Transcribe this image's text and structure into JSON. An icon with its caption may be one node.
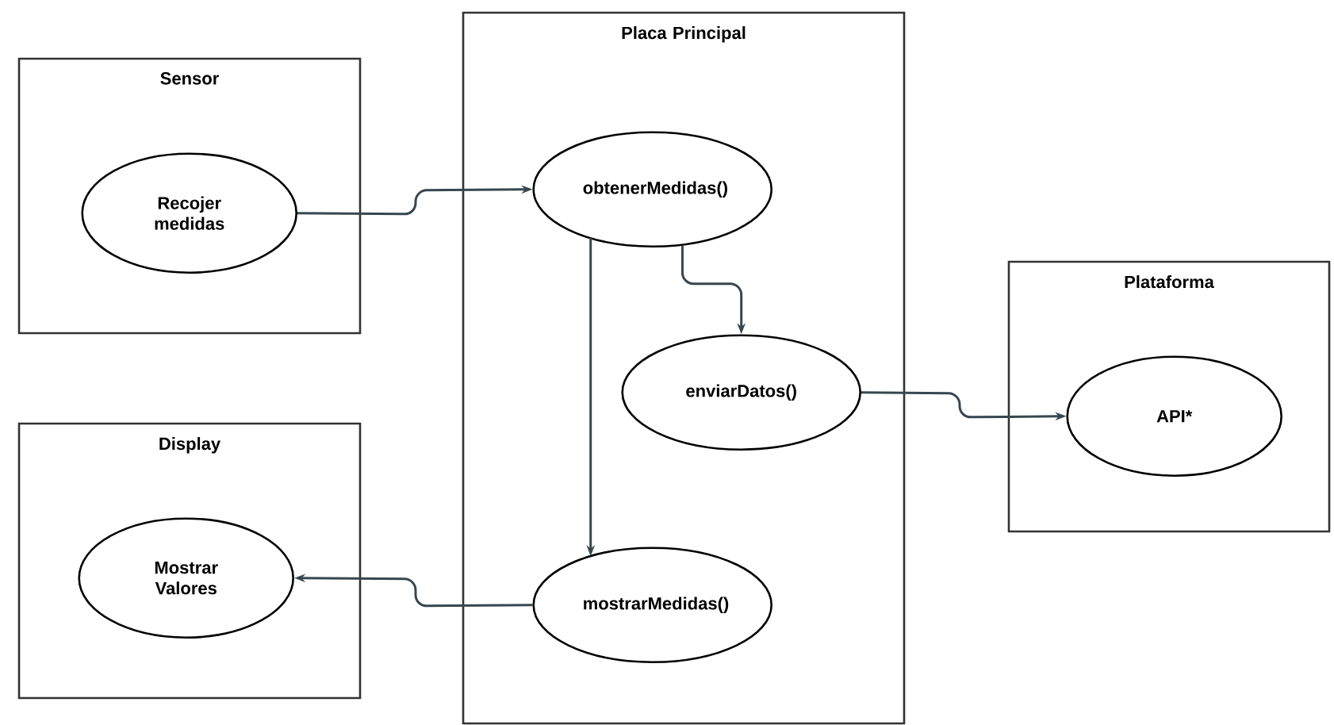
{
  "diagram": {
    "nodes": [
      {
        "text": [
          "Sensor"
        ]
      },
      {
        "text": [
          "Recojer medidas"
        ],
        "in": 0
      },
      {
        "text": [
          "Placa Principal"
        ]
      },
      {
        "text": [
          "obtenerMedidas()"
        ],
        "in": 2
      },
      {
        "text": [
          "enviarDatos()"
        ],
        "in": 2
      },
      {
        "text": [
          "mostrarMedidas()"
        ],
        "in": 2
      },
      {
        "text": [
          "Display"
        ]
      },
      {
        "text": [
          "Mostrar Valores"
        ],
        "in": 6
      },
      {
        "text": [
          "Plataforma"
        ]
      },
      {
        "text": [
          "API*"
        ],
        "in": 8
      }
    ],
    "edges": [
      {
        "from": 1,
        "to": 3,
        "arrow": "to"
      },
      {
        "from": 3,
        "to": 4,
        "arrow": "to"
      },
      {
        "from": 3,
        "to": 5,
        "arrow": "to"
      },
      {
        "from": 5,
        "to": 7,
        "arrow": "to"
      },
      {
        "from": 4,
        "to": 9,
        "arrow": "to"
      }
    ]
  }
}
